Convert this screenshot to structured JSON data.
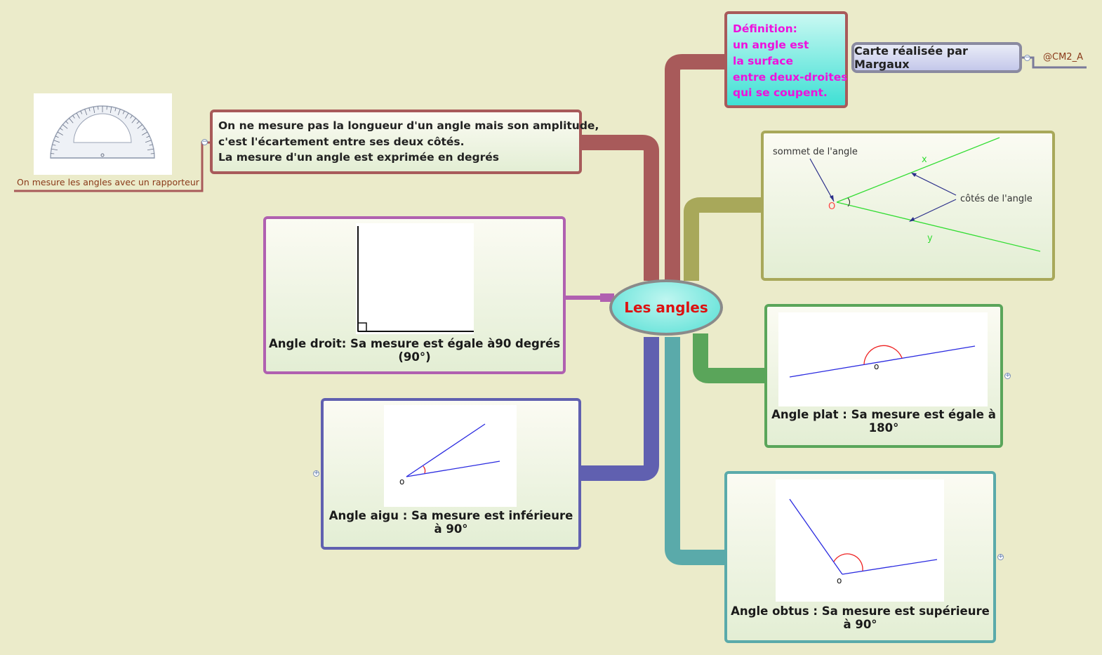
{
  "central": {
    "label": "Les angles"
  },
  "definition": {
    "lines": [
      "Définition:",
      "un angle est",
      "la surface",
      "entre deux-droites",
      "qui se coupent."
    ]
  },
  "author": {
    "label": "Carte réalisée par Margaux",
    "tag": "@CM2_A"
  },
  "amplitude": {
    "lines": [
      "On ne mesure pas la longueur d'un angle mais son amplitude,",
      "c'est l'écartement entre ses deux côtés.",
      "La mesure d'un angle est exprimée en degrés"
    ]
  },
  "rapporteur": {
    "label": "On mesure les angles avec un rapporteur"
  },
  "angle_diagram": {
    "sommet_label": "sommet de l'angle",
    "vertex": "O",
    "x_label": "x",
    "y_label": "y",
    "cotes_label": "côtés de l'angle"
  },
  "droit": {
    "caption": "Angle droit: Sa mesure  est égale à90 degrés (90°)"
  },
  "plat": {
    "caption": "Angle plat : Sa mesure est égale à 180°",
    "vertex": "o"
  },
  "aigu": {
    "caption": "Angle aigu : Sa mesure est inférieure à 90°",
    "vertex": "o"
  },
  "obtus": {
    "caption": "Angle obtus : Sa mesure est supérieure à 90°",
    "vertex": "o"
  },
  "colors": {
    "definition_text": "#ee11dd",
    "central_text": "#dd1111",
    "brown": "#a85a5a",
    "olive": "#a8a85a",
    "green": "#5aa55a",
    "teal": "#5aaaaa",
    "purple": "#6060b0",
    "violet": "#b060b0"
  }
}
